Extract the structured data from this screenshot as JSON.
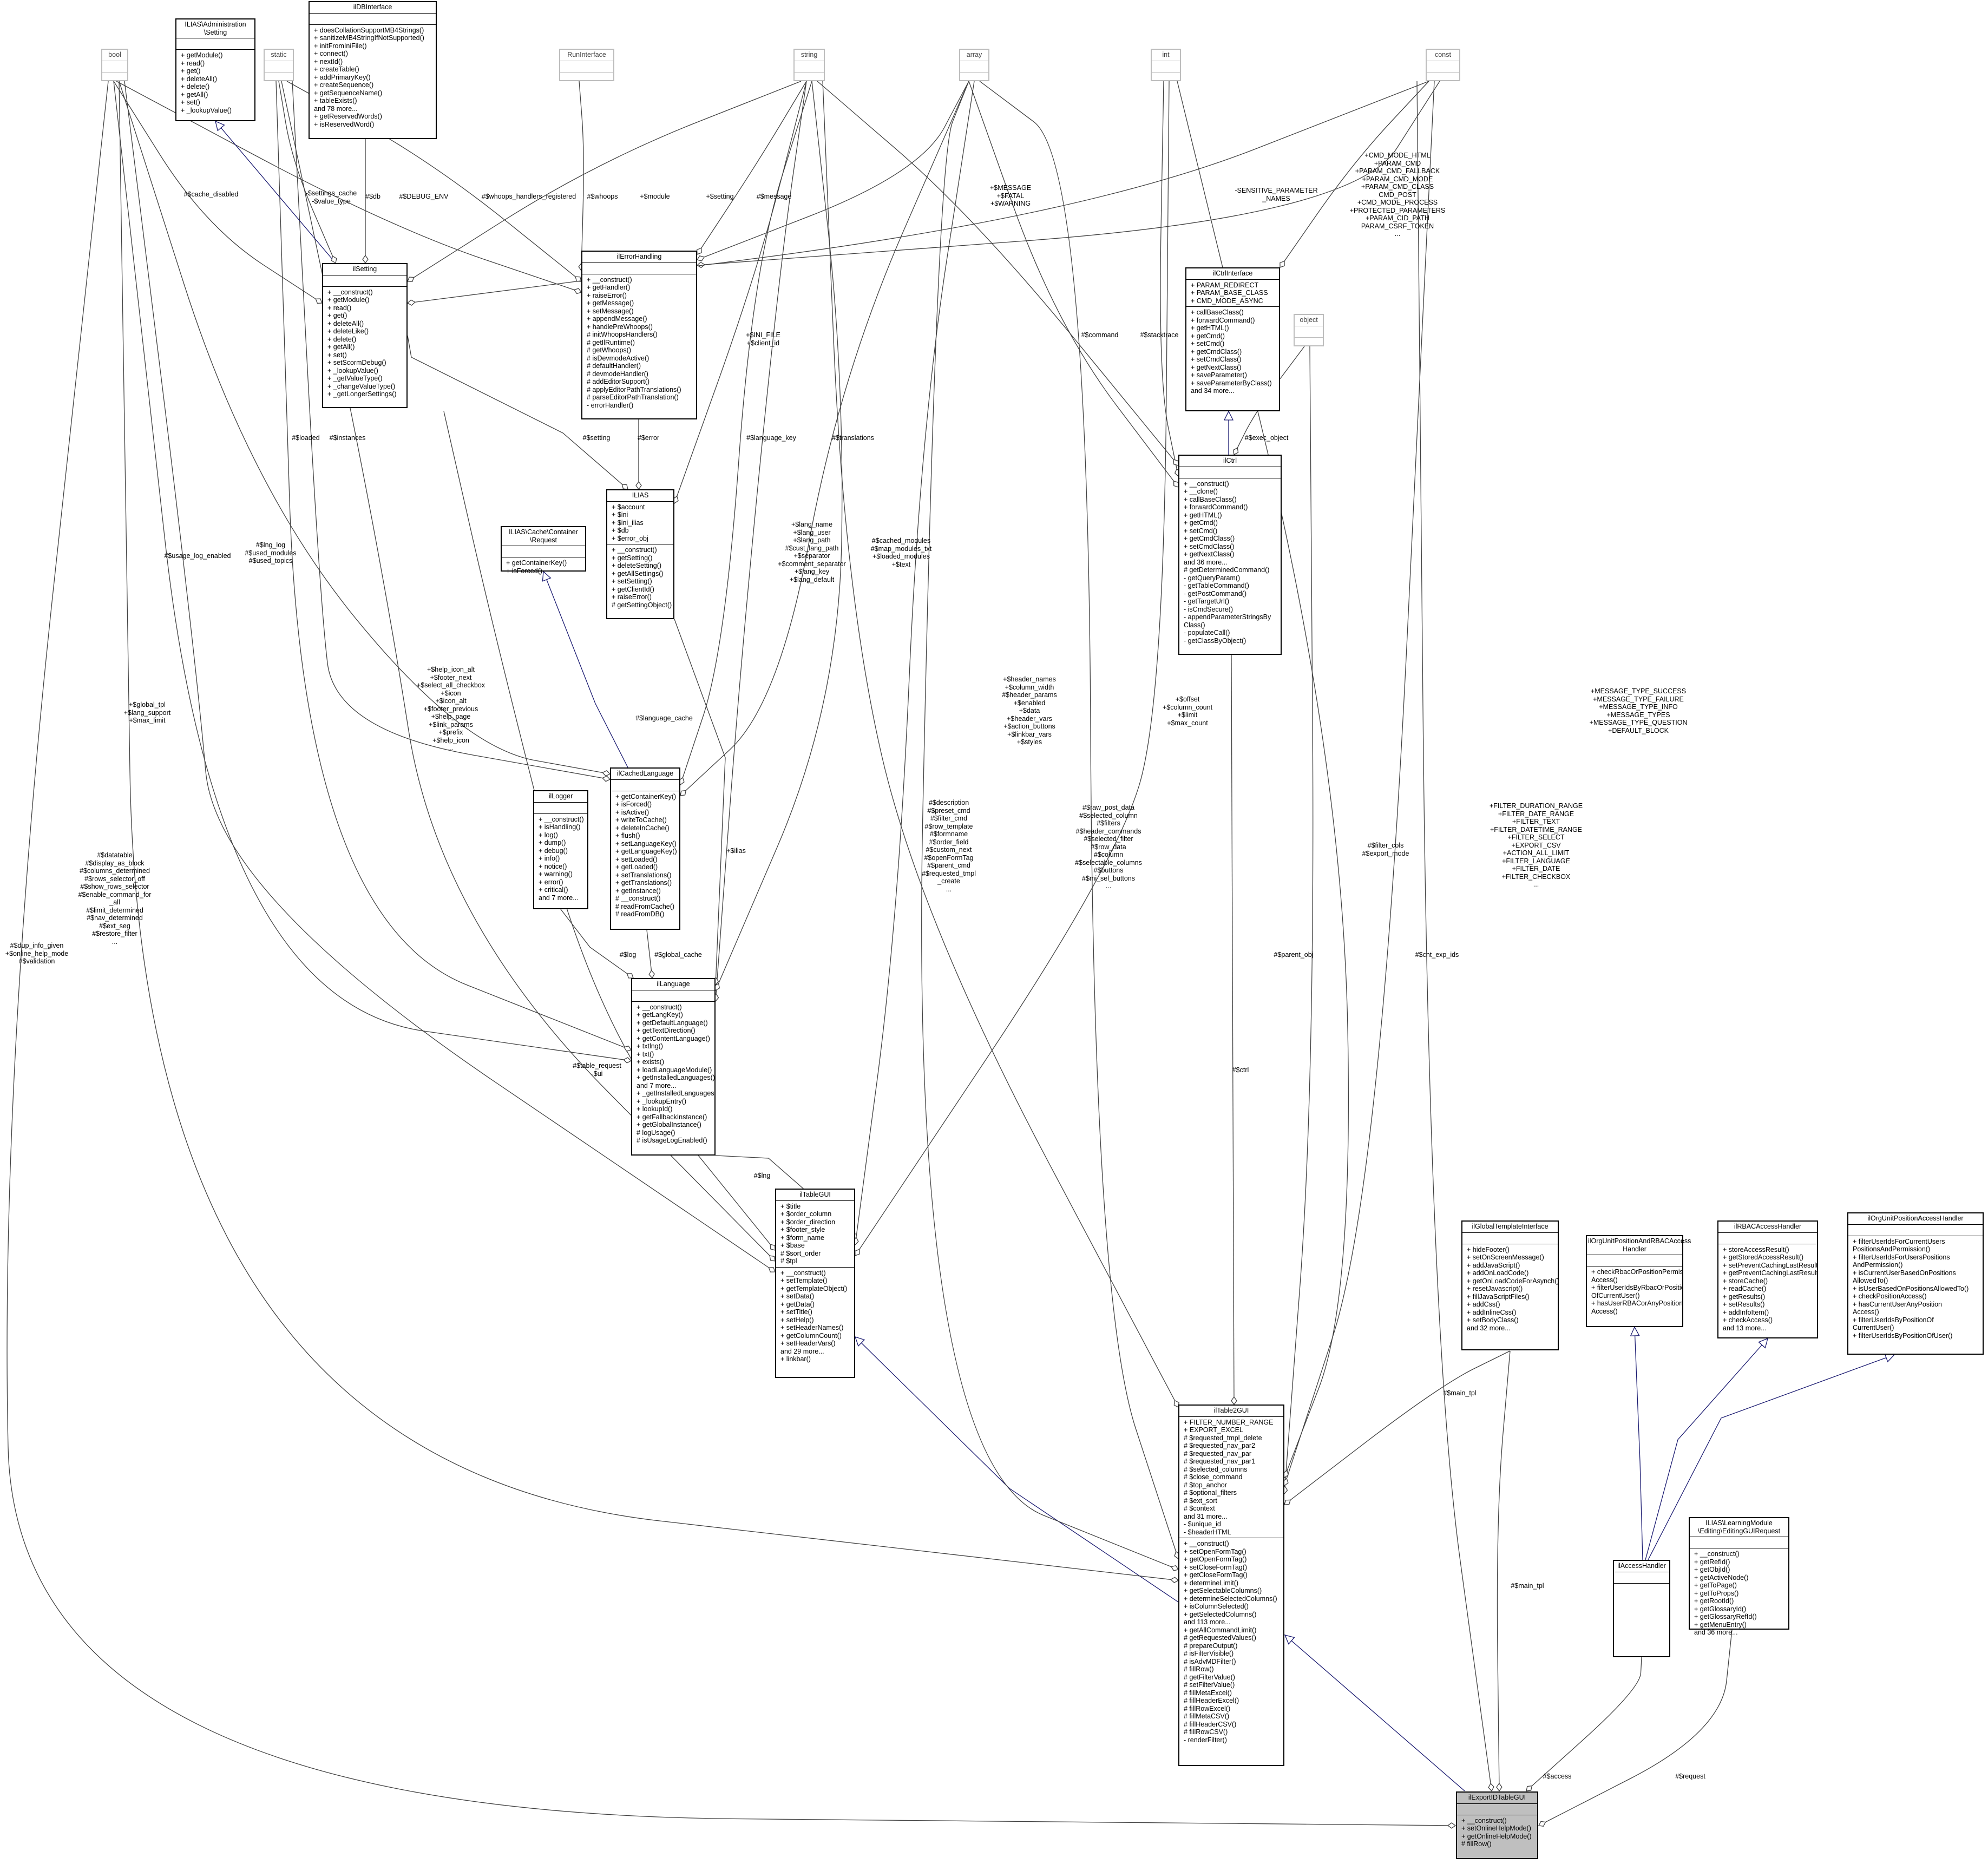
{
  "classes": [
    {
      "id": "bool",
      "name": [
        "bool"
      ],
      "attrs": [],
      "ops": [],
      "faded": true
    },
    {
      "id": "setting_admin",
      "name": [
        "ILIAS\\Administration",
        "\\Setting"
      ],
      "attrs": [],
      "ops": [
        "+ getModule()",
        "+ read()",
        "+ get()",
        "+ deleteAll()",
        "+ delete()",
        "+ getAll()",
        "+ set()",
        "+ _lookupValue()"
      ]
    },
    {
      "id": "static",
      "name": [
        "static"
      ],
      "attrs": [],
      "ops": [],
      "faded": true
    },
    {
      "id": "ildbinterface",
      "name": [
        "ilDBInterface"
      ],
      "attrs": [],
      "ops": [
        "+ doesCollationSupportMB4Strings()",
        "+ sanitizeMB4StringIfNotSupported()",
        "+ initFromIniFile()",
        "+ connect()",
        "+ nextId()",
        "+ createTable()",
        "+ addPrimaryKey()",
        "+ createSequence()",
        "+ getSequenceName()",
        "+ tableExists()",
        "and 78 more...",
        "+ getReservedWords()",
        "+ isReservedWord()"
      ]
    },
    {
      "id": "runinterface",
      "name": [
        "RunInterface"
      ],
      "attrs": [],
      "ops": [],
      "faded": true
    },
    {
      "id": "string",
      "name": [
        "string"
      ],
      "attrs": [],
      "ops": [],
      "faded": true
    },
    {
      "id": "array",
      "name": [
        "array"
      ],
      "attrs": [],
      "ops": [],
      "faded": true
    },
    {
      "id": "int",
      "name": [
        "int"
      ],
      "attrs": [],
      "ops": [],
      "faded": true
    },
    {
      "id": "const",
      "name": [
        "const"
      ],
      "attrs": [],
      "ops": [],
      "faded": true
    },
    {
      "id": "ilsetting",
      "name": [
        "ilSetting"
      ],
      "attrs": [],
      "ops": [
        "+ __construct()",
        "+ getModule()",
        "+ read()",
        "+ get()",
        "+ deleteAll()",
        "+ deleteLike()",
        "+ delete()",
        "+ getAll()",
        "+ set()",
        "+ setScormDebug()",
        "+ _lookupValue()",
        "+ _getValueType()",
        "+ _changeValueType()",
        "+ _getLongerSettings()"
      ]
    },
    {
      "id": "ilerrorhandling",
      "name": [
        "ilErrorHandling"
      ],
      "attrs": [],
      "ops": [
        "+ __construct()",
        "+ getHandler()",
        "+ raiseError()",
        "+ getMessage()",
        "+ setMessage()",
        "+ appendMessage()",
        "+ handlePreWhoops()",
        "# initWhoopsHandlers()",
        "# getIlRuntime()",
        "# getWhoops()",
        "# isDevmodeActive()",
        "# defaultHandler()",
        "# devmodeHandler()",
        "# addEditorSupport()",
        "# applyEditorPathTranslations()",
        "# parseEditorPathTranslation()",
        "- errorHandler()"
      ]
    },
    {
      "id": "ilctrlinterface",
      "name": [
        "ilCtrlInterface"
      ],
      "attrs": [
        "+ PARAM_REDIRECT",
        "+ PARAM_BASE_CLASS",
        "+ CMD_MODE_ASYNC"
      ],
      "ops": [
        "+ callBaseClass()",
        "+ forwardCommand()",
        "+ getHTML()",
        "+ getCmd()",
        "+ setCmd()",
        "+ getCmdClass()",
        "+ setCmdClass()",
        "+ getNextClass()",
        "+ saveParameter()",
        "+ saveParameterByClass()",
        "and 34 more..."
      ]
    },
    {
      "id": "object",
      "name": [
        "object"
      ],
      "attrs": [],
      "ops": [],
      "faded": true
    },
    {
      "id": "ilias",
      "name": [
        "ILIAS"
      ],
      "attrs": [
        "+ $account",
        "+ $ini",
        "+ $ini_ilias",
        "+ $db",
        "+ $error_obj"
      ],
      "ops": [
        "+ __construct()",
        "+ getSetting()",
        "+ deleteSetting()",
        "+ getAllSettings()",
        "+ setSetting()",
        "+ getClientId()",
        "+ raiseError()",
        "# getSettingObject()"
      ]
    },
    {
      "id": "ilctrl",
      "name": [
        "ilCtrl"
      ],
      "attrs": [],
      "ops": [
        "+ __construct()",
        "+ __clone()",
        "+ callBaseClass()",
        "+ forwardCommand()",
        "+ getHTML()",
        "+ getCmd()",
        "+ setCmd()",
        "+ getCmdClass()",
        "+ setCmdClass()",
        "+ getNextClass()",
        "and 36 more...",
        "# getDeterminedCommand()",
        "- getQueryParam()",
        "- getTableCommand()",
        "- getPostCommand()",
        "- getTargetUrl()",
        "- isCmdSecure()",
        "- appendParameterStringsBy",
        "  Class()",
        "- populateCall()",
        "- getClassByObject()"
      ]
    },
    {
      "id": "cache_request",
      "name": [
        "ILIAS\\Cache\\Container",
        "\\Request"
      ],
      "attrs": [],
      "ops": [
        "+ getContainerKey()",
        "+ isForced()"
      ]
    },
    {
      "id": "ilcachedlanguage",
      "name": [
        "ilCachedLanguage"
      ],
      "attrs": [],
      "ops": [
        "+ getContainerKey()",
        "+ isForced()",
        "+ isActive()",
        "+ writeToCache()",
        "+ deleteInCache()",
        "+ flush()",
        "+ setLanguageKey()",
        "+ getLanguageKey()",
        "+ setLoaded()",
        "+ getLoaded()",
        "+ setTranslations()",
        "+ getTranslations()",
        "+ getInstance()",
        "# __construct()",
        "# readFromCache()",
        "# readFromDB()"
      ]
    },
    {
      "id": "illogger",
      "name": [
        "ilLogger"
      ],
      "attrs": [],
      "ops": [
        "+ __construct()",
        "+ isHandling()",
        "+ log()",
        "+ dump()",
        "+ debug()",
        "+ info()",
        "+ notice()",
        "+ warning()",
        "+ error()",
        "+ critical()",
        "and 7 more..."
      ]
    },
    {
      "id": "illanguage",
      "name": [
        "ilLanguage"
      ],
      "attrs": [],
      "ops": [
        "+ __construct()",
        "+ getLangKey()",
        "+ getDefaultLanguage()",
        "+ getTextDirection()",
        "+ getContentLanguage()",
        "+ txtlng()",
        "+ txt()",
        "+ exists()",
        "+ loadLanguageModule()",
        "+ getInstalledLanguages()",
        "and 7 more...",
        "+ _getInstalledLanguages()",
        "+ _lookupEntry()",
        "+ lookupId()",
        "+ getFallbackInstance()",
        "+ getGlobalInstance()",
        "# logUsage()",
        "# isUsageLogEnabled()"
      ]
    },
    {
      "id": "iltablegui",
      "name": [
        "ilTableGUI"
      ],
      "attrs": [
        "+ $title",
        "+ $order_column",
        "+ $order_direction",
        "+ $footer_style",
        "+ $form_name",
        "+ $base",
        "# $sort_order",
        "# $tpl"
      ],
      "ops": [
        "+ __construct()",
        "+ setTemplate()",
        "+ getTemplateObject()",
        "+ setData()",
        "+ getData()",
        "+ setTitle()",
        "+ setHelp()",
        "+ setHeaderNames()",
        "+ getColumnCount()",
        "+ setHeaderVars()",
        "and 29 more...",
        "+ linkbar()"
      ]
    },
    {
      "id": "ilglobaltemplateinterface",
      "name": [
        "ilGlobalTemplateInterface"
      ],
      "attrs": [],
      "ops": [
        "+ hideFooter()",
        "+ setOnScreenMessage()",
        "+ addJavaScript()",
        "+ addOnLoadCode()",
        "+ getOnLoadCodeForAsynch()",
        "+ resetJavascript()",
        "+ fillJavaScriptFiles()",
        "+ addCss()",
        "+ addInlineCss()",
        "+ setBodyClass()",
        "and 32 more..."
      ]
    },
    {
      "id": "ilorgunitrbac",
      "name": [
        "ilOrgUnitPositionAndRBACAccess",
        "Handler"
      ],
      "attrs": [],
      "ops": [
        "+ checkRbacOrPositionPermission",
        "  Access()",
        "+ filterUserIdsByRbacOrPosition",
        "  OfCurrentUser()",
        "+ hasUserRBACorAnyPosition",
        "  Access()"
      ]
    },
    {
      "id": "ilrbacaccesshandler",
      "name": [
        "ilRBACAccessHandler"
      ],
      "attrs": [],
      "ops": [
        "+ storeAccessResult()",
        "+ getStoredAccessResult()",
        "+ setPreventCachingLastResult()",
        "+ getPreventCachingLastResult()",
        "+ storeCache()",
        "+ readCache()",
        "+ getResults()",
        "+ setResults()",
        "+ addInfoItem()",
        "+ checkAccess()",
        "and 13 more..."
      ]
    },
    {
      "id": "ilorgunitpos",
      "name": [
        "ilOrgUnitPositionAccessHandler"
      ],
      "attrs": [],
      "ops": [
        "+ filterUserIdsForCurrentUsers",
        "  PositionsAndPermission()",
        "+ filterUserIdsForUsersPositions",
        "  AndPermission()",
        "+ isCurrentUserBasedOnPositions",
        "  AllowedTo()",
        "+ isUserBasedOnPositionsAllowedTo()",
        "+ checkPositionAccess()",
        "+ hasCurrentUserAnyPosition",
        "  Access()",
        "+ filterUserIdsByPositionOf",
        "  CurrentUser()",
        "+ filterUserIdsByPositionOfUser()"
      ]
    },
    {
      "id": "iltable2gui",
      "name": [
        "ilTable2GUI"
      ],
      "attrs": [
        "+ FILTER_NUMBER_RANGE",
        "+ EXPORT_EXCEL",
        "# $requested_tmpl_delete",
        "# $requested_nav_par2",
        "# $requested_nav_par",
        "# $requested_nav_par1",
        "# $selected_columns",
        "# $close_command",
        "# $top_anchor",
        "# $optional_filters",
        "# $ext_sort",
        "# $context",
        "and 31 more...",
        "- $unique_id",
        "- $headerHTML"
      ],
      "ops": [
        "+ __construct()",
        "+ setOpenFormTag()",
        "+ getOpenFormTag()",
        "+ setCloseFormTag()",
        "+ getCloseFormTag()",
        "+ determineLimit()",
        "+ getSelectableColumns()",
        "+ determineSelectedColumns()",
        "+ isColumnSelected()",
        "+ getSelectedColumns()",
        "and 113 more...",
        "+ getAllCommandLimit()",
        "# getRequestedValues()",
        "# prepareOutput()",
        "# isFilterVisible()",
        "# isAdvMDFilter()",
        "# fillRow()",
        "# getFilterValue()",
        "# setFilterValue()",
        "# fillMetaExcel()",
        "# fillHeaderExcel()",
        "# fillRowExcel()",
        "# fillMetaCSV()",
        "# fillHeaderCSV()",
        "# fillRowCSV()",
        "- renderFilter()"
      ]
    },
    {
      "id": "illmrequest",
      "name": [
        "ILIAS\\LearningModule",
        "\\Editing\\EditingGUIRequest"
      ],
      "attrs": [],
      "ops": [
        "+ __construct()",
        "+ getRefId()",
        "+ getObjId()",
        "+ getActiveNode()",
        "+ getToPage()",
        "+ getToProps()",
        "+ getRootId()",
        "+ getGlossaryId()",
        "+ getGlossaryRefId()",
        "+ getMenuEntry()",
        "and 36 more..."
      ]
    },
    {
      "id": "ilaccesshandler",
      "name": [
        "ilAccessHandler"
      ],
      "attrs": [],
      "ops": []
    },
    {
      "id": "ilexportidtablegui",
      "name": [
        "ilExportIDTableGUI"
      ],
      "attrs": [],
      "ops": [
        "+ __construct()",
        "+ setOnlineHelpMode()",
        "+ getOnlineHelpMode()",
        "# fillRow()"
      ],
      "highlight": true
    }
  ],
  "edge_labels": [
    {
      "id": "l_cache_disabled",
      "lines": [
        "#$cache_disabled"
      ]
    },
    {
      "id": "l_settings_cache",
      "lines": [
        "-$settings_cache",
        "-$value_type"
      ]
    },
    {
      "id": "l_db",
      "lines": [
        "#$db"
      ]
    },
    {
      "id": "l_debug_env",
      "lines": [
        "#$DEBUG_ENV"
      ]
    },
    {
      "id": "l_whoops_reg",
      "lines": [
        "#$whoops_handlers_registered"
      ]
    },
    {
      "id": "l_whoops",
      "lines": [
        "#$whoops"
      ]
    },
    {
      "id": "l_module",
      "lines": [
        "+$module"
      ]
    },
    {
      "id": "l_setting_top",
      "lines": [
        "+$setting"
      ]
    },
    {
      "id": "l_message",
      "lines": [
        "#$message"
      ]
    },
    {
      "id": "l_message_const",
      "lines": [
        "+$MESSAGE",
        "+$FATAL",
        "+$WARNING"
      ]
    },
    {
      "id": "l_sensitive",
      "lines": [
        "-SENSITIVE_PARAMETER",
        "_NAMES"
      ]
    },
    {
      "id": "l_cmd_mode",
      "lines": [
        "+CMD_MODE_HTML",
        "+PARAM_CMD",
        "+PARAM_CMD_FALLBACK",
        "+PARAM_CMD_MODE",
        "+PARAM_CMD_CLASS",
        "CMD_POST",
        "+CMD_MODE_PROCESS",
        "+PROTECTED_PARAMETERS",
        "+PARAM_CID_PATH",
        "PARAM_CSRF_TOKEN",
        "..."
      ]
    },
    {
      "id": "l_ini_file",
      "lines": [
        "+$INI_FILE",
        "+$client_id"
      ]
    },
    {
      "id": "l_command",
      "lines": [
        "#$command"
      ]
    },
    {
      "id": "l_stacktrace",
      "lines": [
        "#$stacktrace"
      ]
    },
    {
      "id": "l_exec_object",
      "lines": [
        "#$exec_object"
      ]
    },
    {
      "id": "l_loaded",
      "lines": [
        "#$loaded"
      ]
    },
    {
      "id": "l_instances",
      "lines": [
        "#$instances"
      ]
    },
    {
      "id": "l_setting_mid",
      "lines": [
        "#$setting"
      ]
    },
    {
      "id": "l_error",
      "lines": [
        "#$error"
      ]
    },
    {
      "id": "l_language_key",
      "lines": [
        "#$language_key"
      ]
    },
    {
      "id": "l_translations",
      "lines": [
        "#$translations"
      ]
    },
    {
      "id": "l_usage_log",
      "lines": [
        "#$usage_log_enabled"
      ]
    },
    {
      "id": "l_lng_log",
      "lines": [
        "#$lng_log",
        "#$used_modules",
        "#$used_topics"
      ]
    },
    {
      "id": "l_lang_name",
      "lines": [
        "+$lang_name",
        "+$lang_user",
        "+$lang_path",
        "#$cust_lang_path",
        "+$separator",
        "+$comment_separator",
        "+$lang_key",
        "+$lang_default"
      ]
    },
    {
      "id": "l_cached_modules",
      "lines": [
        "#$cached_modules",
        "#$map_modules_txt",
        "+$loaded_modules",
        "+$text"
      ]
    },
    {
      "id": "l_help_icon",
      "lines": [
        "+$help_icon_alt",
        "+$footer_next",
        "+$select_all_checkbox",
        "+$icon",
        "+$icon_alt",
        "+$footer_previous",
        "+$help_page",
        "+$link_params",
        "+$prefix",
        "+$help_icon",
        "..."
      ]
    },
    {
      "id": "l_language_cache",
      "lines": [
        "#$language_cache"
      ]
    },
    {
      "id": "l_global_tpl",
      "lines": [
        "+$global_tpl",
        "+$lang_support",
        "+$max_limit"
      ]
    },
    {
      "id": "l_header_names",
      "lines": [
        "+$header_names",
        "+$column_width",
        "#$header_params",
        "+$enabled",
        "+$data",
        "+$header_vars",
        "+$action_buttons",
        "+$linkbar_vars",
        "+$styles"
      ]
    },
    {
      "id": "l_offset",
      "lines": [
        "+$offset",
        "+$column_count",
        "+$limit",
        "+$max_count"
      ]
    },
    {
      "id": "l_message_type",
      "lines": [
        "+MESSAGE_TYPE_SUCCESS",
        "+MESSAGE_TYPE_FAILURE",
        "+MESSAGE_TYPE_INFO",
        "+MESSAGE_TYPES",
        "+MESSAGE_TYPE_QUESTION",
        "+DEFAULT_BLOCK"
      ]
    },
    {
      "id": "l_ilias",
      "lines": [
        "+$ilias"
      ]
    },
    {
      "id": "l_description",
      "lines": [
        "#$description",
        "#$preset_cmd",
        "#$filter_cmd",
        "#$row_template",
        "#$formname",
        "#$order_field",
        "#$custom_next",
        "#$openFormTag",
        "#$parent_cmd",
        "#$requested_tmpl",
        "_create",
        "..."
      ]
    },
    {
      "id": "l_raw_post",
      "lines": [
        "#$raw_post_data",
        "#$selected_column",
        "#$filters",
        "#$header_commands",
        "#$selected_filter",
        "#$row_data",
        "#$column",
        "#$selectable_columns",
        "#$buttons",
        "#$mi_sel_buttons",
        "..."
      ]
    },
    {
      "id": "l_filter_duration",
      "lines": [
        "+FILTER_DURATION_RANGE",
        "+FILTER_DATE_RANGE",
        "+FILTER_TEXT",
        "+FILTER_DATETIME_RANGE",
        "+FILTER_SELECT",
        "+EXPORT_CSV",
        "+ACTION_ALL_LIMIT",
        "+FILTER_LANGUAGE",
        "+FILTER_DATE",
        "+FILTER_CHECKBOX",
        "..."
      ]
    },
    {
      "id": "l_datatable",
      "lines": [
        "#$datatable",
        "#$display_as_block",
        "#$columns_determined",
        "#$rows_selector_off",
        "#$show_rows_selector",
        "#$enable_command_for",
        "_all",
        "#$limit_determined",
        "#$nav_determined",
        "#$ext_seg",
        "#$restore_filter",
        "..."
      ]
    },
    {
      "id": "l_log",
      "lines": [
        "#$log"
      ]
    },
    {
      "id": "l_global_cache",
      "lines": [
        "#$global_cache"
      ]
    },
    {
      "id": "l_filter_cols",
      "lines": [
        "#$filter_cols",
        "#$export_mode"
      ]
    },
    {
      "id": "l_parent_obj",
      "lines": [
        "#$parent_obj"
      ]
    },
    {
      "id": "l_cnt_exp_ids",
      "lines": [
        "#$cnt_exp_ids"
      ]
    },
    {
      "id": "l_dup_info",
      "lines": [
        "#$dup_info_given",
        "+$online_help_mode",
        "#$validation"
      ]
    },
    {
      "id": "l_table_request",
      "lines": [
        "#$table_request",
        "-$ui"
      ]
    },
    {
      "id": "l_ctrl",
      "lines": [
        "#$ctrl"
      ]
    },
    {
      "id": "l_lng",
      "lines": [
        "#$lng"
      ]
    },
    {
      "id": "l_main_tpl1",
      "lines": [
        "#$main_tpl"
      ]
    },
    {
      "id": "l_main_tpl2",
      "lines": [
        "#$main_tpl"
      ]
    },
    {
      "id": "l_access",
      "lines": [
        "#$access"
      ]
    },
    {
      "id": "l_request",
      "lines": [
        "#$request"
      ]
    }
  ]
}
